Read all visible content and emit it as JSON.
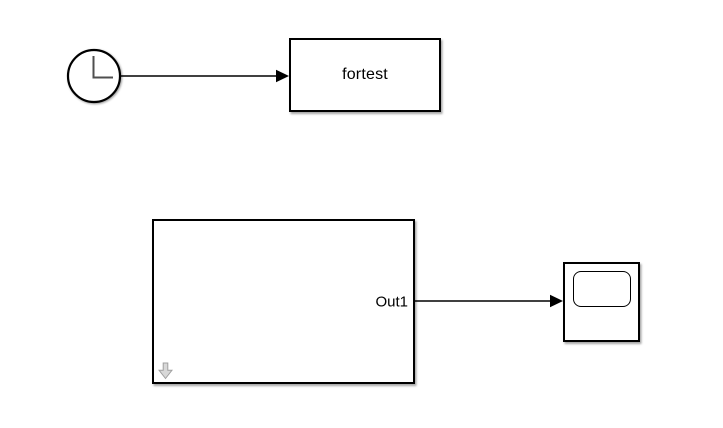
{
  "diagram": {
    "type": "simulink-block-diagram",
    "blocks": {
      "clock": {
        "icon": "clock-icon"
      },
      "fortest": {
        "label": "fortest"
      },
      "subsystem": {
        "port_label": "Out1",
        "badge_icon": "enter-subsystem-arrow-icon"
      },
      "scope": {
        "icon": "scope-display-icon"
      }
    },
    "wires": [
      {
        "from": "clock",
        "to": "fortest"
      },
      {
        "from": "subsystem.Out1",
        "to": "scope"
      }
    ]
  },
  "colors": {
    "background": "#ffffff",
    "wire": "#000000",
    "block_border": "#000000",
    "block_fill": "#ffffff",
    "text": "#000000",
    "clock_hands": "#4f4f4f",
    "badge_fill": "#d8d8d8",
    "badge_stroke": "#a0a0a0"
  }
}
